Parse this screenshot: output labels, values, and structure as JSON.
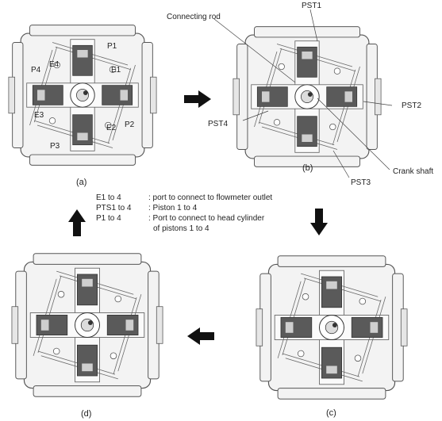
{
  "panels": {
    "a": {
      "caption": "(a)",
      "ports": [
        "P1",
        "P2",
        "P3",
        "P4"
      ],
      "outlets": [
        "E1",
        "E2",
        "E3",
        "E4"
      ]
    },
    "b": {
      "caption": "(b)",
      "pistons": [
        "PST1",
        "PST2",
        "PST3",
        "PST4"
      ],
      "callouts": {
        "connecting_rod": "Connecting rod",
        "crank_shaft": "Crank shaft"
      }
    },
    "c": {
      "caption": "(c)"
    },
    "d": {
      "caption": "(d)"
    }
  },
  "legend": [
    {
      "key": "E1 to 4",
      "desc": ": port to connect to flowmeter outlet"
    },
    {
      "key": "PTS1 to  4",
      "desc": ": Piston 1 to 4"
    },
    {
      "key": "P1 to 4",
      "desc": ": Port to connect to head cylinder"
    }
  ],
  "legend_continuation": "of pistons 1 to 4",
  "arrows": {
    "a_to_b": "right",
    "b_to_c": "down",
    "c_to_d": "left",
    "d_to_a": "up"
  },
  "colors": {
    "body_fill": "#f2f2f2",
    "outline": "#555555",
    "piston_fill": "#555555",
    "arrow": "#111111"
  }
}
